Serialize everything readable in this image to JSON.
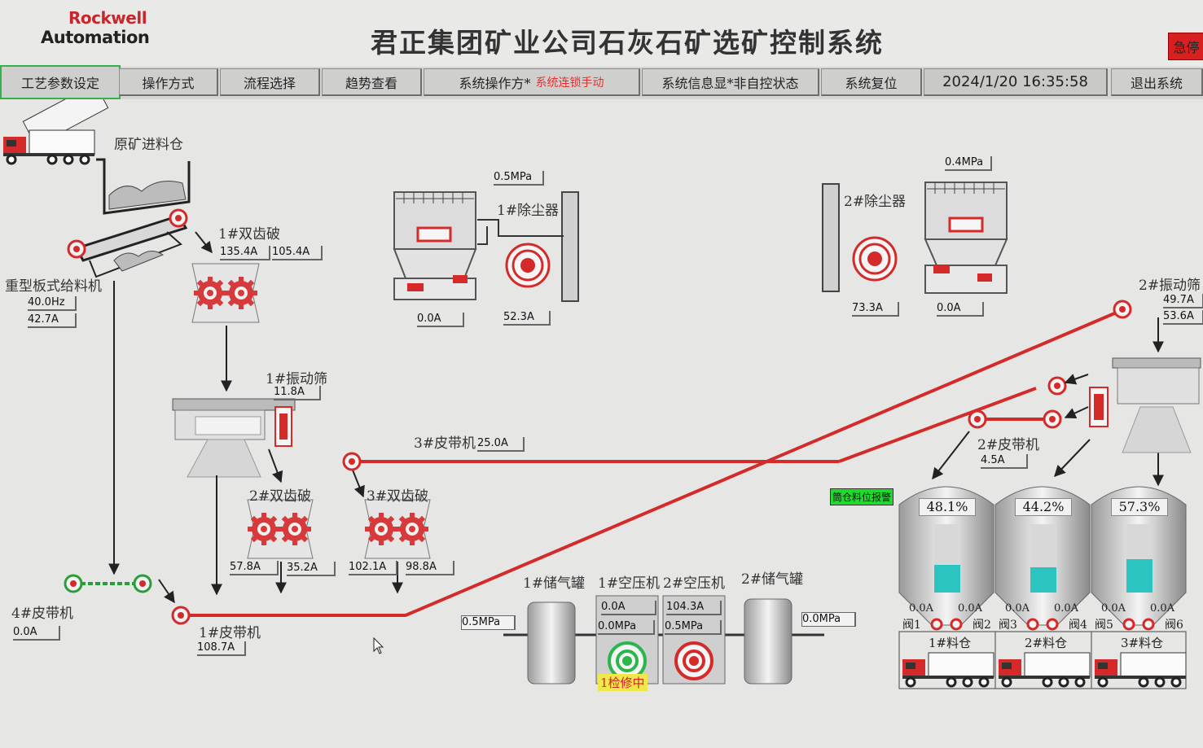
{
  "header": {
    "logo_line1": "Rockwell",
    "logo_line2": "Automation",
    "title": "君正集团矿业公司石灰石矿选矿控制系统",
    "estop_label": "急停"
  },
  "menu": {
    "process_params": "工艺参数设定",
    "operation_mode": "操作方式",
    "flow_select": "流程选择",
    "trend_view": "趋势查看",
    "system_op_label": "系统操作方*",
    "system_op_status": "系统连锁手动",
    "system_info": "系统信息显*非自控状态",
    "system_reset": "系统复位",
    "datetime": "2024/1/20 16:35:58",
    "exit_system": "退出系统"
  },
  "raw_bin": {
    "label": "原矿进料仓"
  },
  "feeder": {
    "label": "重型板式给料机",
    "freq": "40.0Hz",
    "current": "42.7A"
  },
  "crusher1": {
    "label": "1#双齿破",
    "current_a": "135.4A",
    "current_b": "105.4A"
  },
  "screen1": {
    "label": "1#振动筛",
    "current": "11.8A"
  },
  "crusher2": {
    "label": "2#双齿破",
    "current_a": "57.8A",
    "current_b": "35.2A"
  },
  "crusher3": {
    "label": "3#双齿破",
    "current_a": "102.1A",
    "current_b": "98.8A"
  },
  "dust1": {
    "label": "1#除尘器",
    "pressure": "0.5MPa",
    "current_a": "0.0A",
    "current_b": "52.3A"
  },
  "dust2": {
    "label": "2#除尘器",
    "pressure": "0.4MPa",
    "current_a": "73.3A",
    "current_b": "0.0A"
  },
  "belt1": {
    "label": "1#皮带机",
    "current": "108.7A"
  },
  "belt2": {
    "label": "2#皮带机",
    "current": "4.5A"
  },
  "belt3": {
    "label": "3#皮带机",
    "current": "25.0A"
  },
  "belt4": {
    "label": "4#皮带机",
    "current": "0.0A"
  },
  "screen2": {
    "label": "2#振动筛",
    "current_a": "49.7A",
    "current_b": "53.6A"
  },
  "air": {
    "tank1_label": "1#储气罐",
    "tank1_pressure": "0.5MPa",
    "comp1_label": "1#空压机",
    "comp1_current": "0.0A",
    "comp1_pressure": "0.0MPa",
    "comp1_status": "1检修中",
    "comp2_label": "2#空压机",
    "comp2_current": "104.3A",
    "comp2_pressure": "0.5MPa",
    "tank2_label": "2#储气罐",
    "tank2_pressure": "0.0MPa"
  },
  "silos": {
    "badge": "筒仓料位报警",
    "items": [
      {
        "level": "48.1%",
        "level_fraction": 0.48,
        "valve_left": "阀1",
        "valve_right": "阀2",
        "cur_left": "0.0A",
        "cur_right": "0.0A",
        "bin_label": "1#料仓"
      },
      {
        "level": "44.2%",
        "level_fraction": 0.44,
        "valve_left": "阀3",
        "valve_right": "阀4",
        "cur_left": "0.0A",
        "cur_right": "0.0A",
        "bin_label": "2#料仓"
      },
      {
        "level": "57.3%",
        "level_fraction": 0.57,
        "valve_left": "阀5",
        "valve_right": "阀6",
        "cur_left": "0.0A",
        "cur_right": "0.0A",
        "bin_label": "3#料仓"
      }
    ]
  },
  "colors": {
    "belt_red": "#d42a2a",
    "belt_green": "#2a9d3a",
    "silo_fill": "#2cc4c0",
    "badge_green": "#1fdb2d"
  }
}
